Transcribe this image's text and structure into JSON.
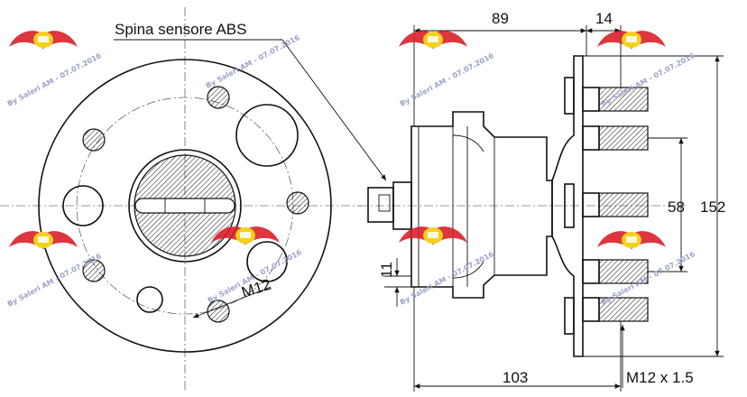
{
  "labels": {
    "abs_sensor": "Spina sensore ABS",
    "bolt_front": "M12",
    "dim_89": "89",
    "dim_14": "14",
    "dim_58": "58",
    "dim_152": "152",
    "dim_11": "11",
    "dim_103": "103",
    "thread": "M12 x 1.5"
  },
  "watermark": {
    "text": "By Saleri AM - 07.07.2016",
    "color": "#d8202a"
  }
}
